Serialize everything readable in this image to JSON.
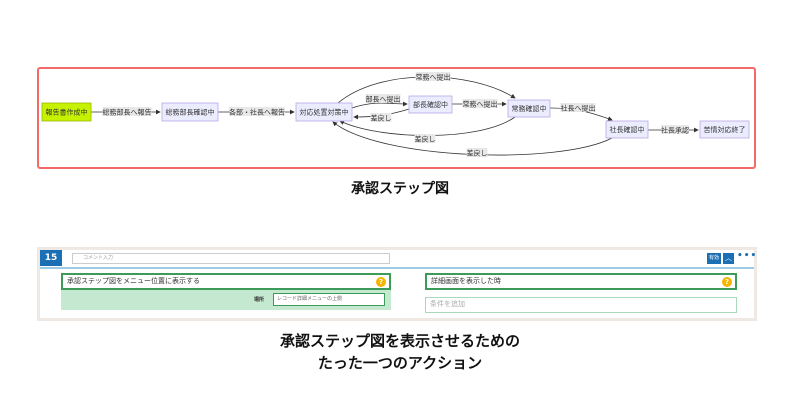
{
  "diagram": {
    "nodes": {
      "n1": "報告書作成中",
      "n2": "総務部長確認中",
      "n3": "対応処置対策中",
      "n4": "部長確認中",
      "n5": "常務確認中",
      "n6": "社長確認中",
      "n7": "苦情対応終了"
    },
    "edges": {
      "e1": "総務部長へ報告",
      "e2": "各部・社長へ報告",
      "e3": "常務へ提出",
      "e4": "部長へ提出",
      "e5": "差戻し",
      "e6": "常務へ提出",
      "e7": "社長へ提出",
      "e8": "差戻し",
      "e9": "差戻し",
      "e10": "社長承認"
    },
    "start_color": "#c6f200"
  },
  "caption1": "承認ステップ図",
  "action": {
    "number": "15",
    "comment_placeholder": "コメント入力",
    "enabled_label": "有効",
    "more": "•••",
    "action_title": "承認ステップ図をメニュー位置に表示する",
    "help": "?",
    "location_label": "場所",
    "location_value": "レコード詳細メニューの上側",
    "condition_title": "詳細画面を表示した時",
    "add_condition_placeholder": "条件を追加"
  },
  "caption2_line1": "承認ステップ図を表示させるための",
  "caption2_line2": "たった一つのアクション"
}
